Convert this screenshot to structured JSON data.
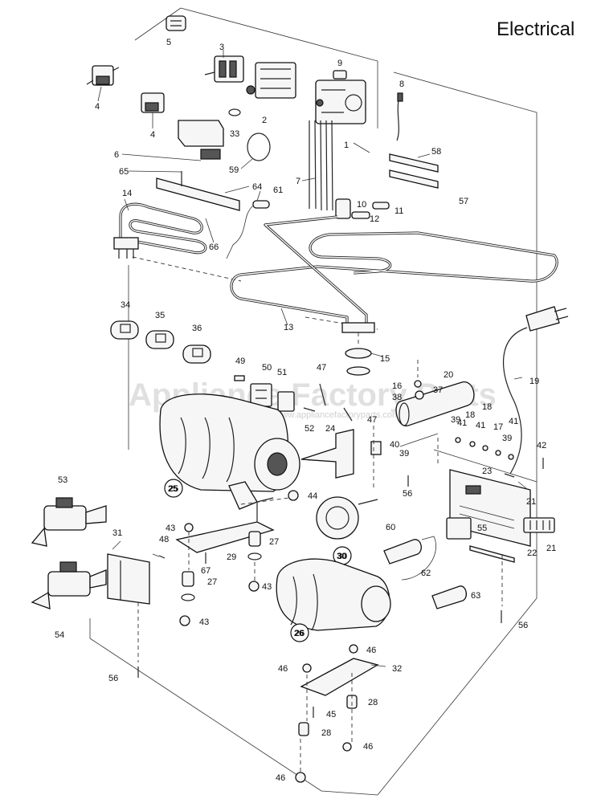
{
  "title": "Electrical",
  "watermark": {
    "text": "Appliance Factory Parts",
    "url": "http://www.appliancefactoryparts.com"
  },
  "callouts": [
    "5",
    "3",
    "9",
    "4",
    "2",
    "8",
    "4",
    "33",
    "1",
    "58",
    "6",
    "59",
    "65",
    "7",
    "64",
    "61",
    "57",
    "14",
    "10",
    "11",
    "12",
    "66",
    "13",
    "34",
    "35",
    "36",
    "15",
    "49",
    "50",
    "47",
    "20",
    "51",
    "16",
    "37",
    "38",
    "18",
    "18",
    "41",
    "41",
    "17",
    "41",
    "39",
    "52",
    "24",
    "47",
    "39",
    "40",
    "39",
    "19",
    "42",
    "23",
    "25",
    "56",
    "21",
    "53",
    "44",
    "43",
    "27",
    "60",
    "55",
    "31",
    "48",
    "67",
    "29",
    "30",
    "21",
    "22",
    "62",
    "27",
    "43",
    "63",
    "56",
    "54",
    "43",
    "26",
    "46",
    "32",
    "56",
    "46",
    "28",
    "45",
    "28",
    "46",
    "46"
  ],
  "circled_callouts": [
    "25",
    "30",
    "26"
  ]
}
